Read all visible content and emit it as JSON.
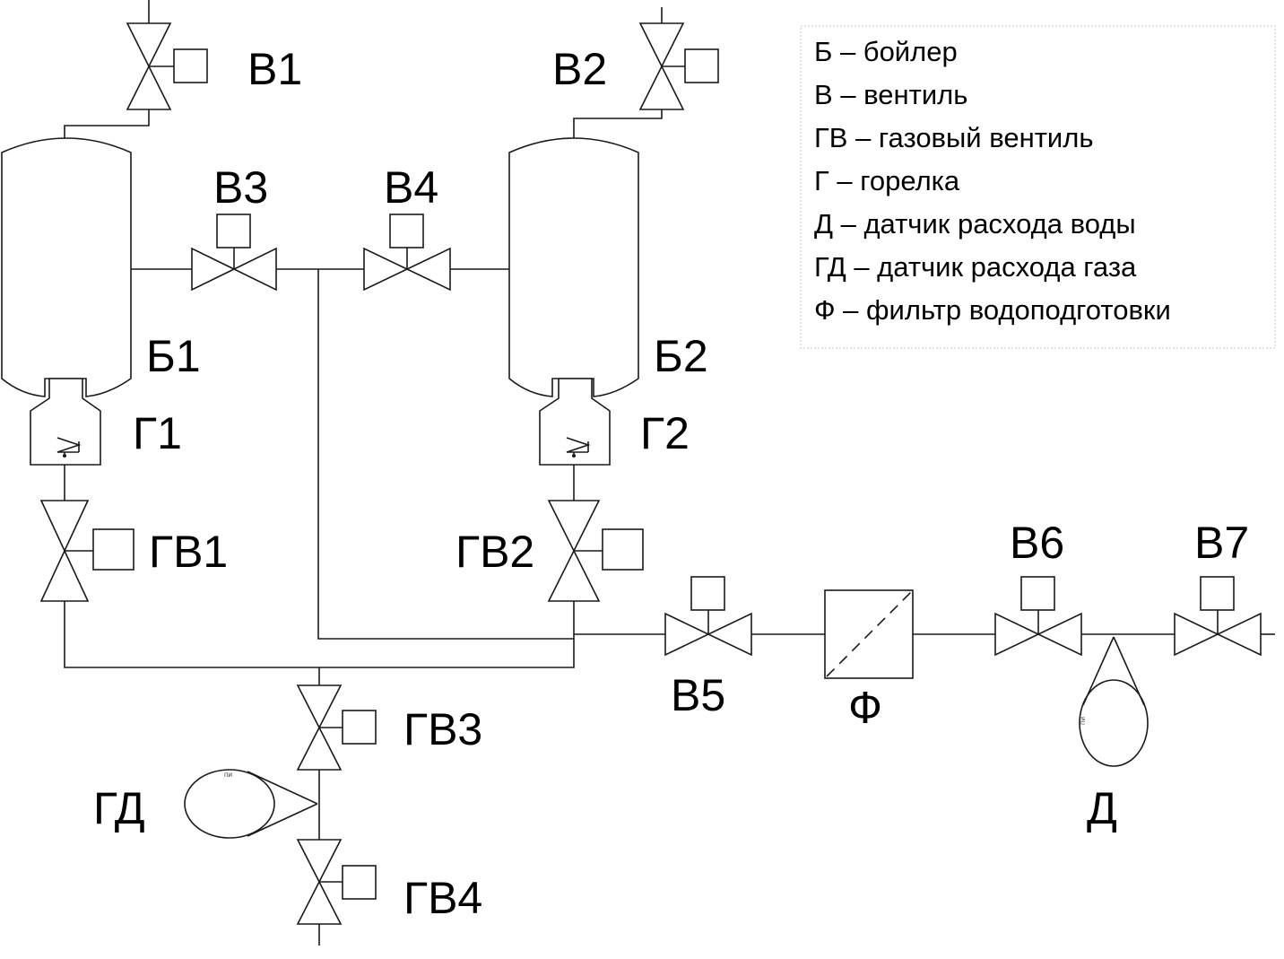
{
  "labels": {
    "v1": "В1",
    "v2": "В2",
    "v3": "В3",
    "v4": "В4",
    "v5": "В5",
    "v6": "В6",
    "v7": "В7",
    "b1": "Б1",
    "b2": "Б2",
    "g1": "Г1",
    "g2": "Г2",
    "gv1": "ГВ1",
    "gv2": "ГВ2",
    "gv3": "ГВ3",
    "gv4": "ГВ4",
    "gd": "ГД",
    "f": "Ф",
    "d": "Д"
  },
  "legend": [
    "Б – бойлер",
    "В – вентиль",
    "ГВ – газовый вентиль",
    "Г – горелка",
    "Д – датчик расхода воды",
    "ГД – датчик расхода газа",
    "Ф – фильтр водоподготовки"
  ],
  "meter_tag": "ПИ"
}
